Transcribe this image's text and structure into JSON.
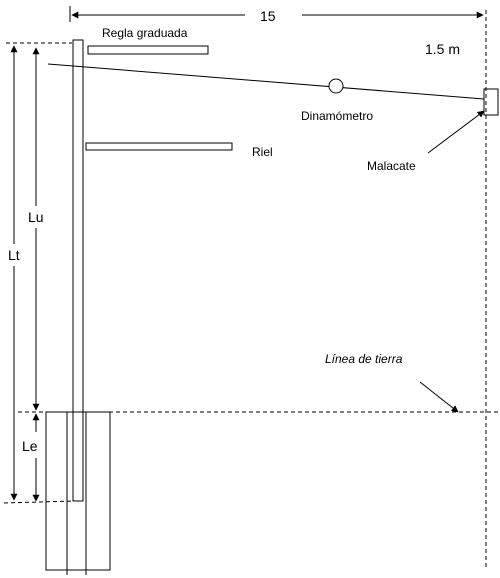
{
  "labels": {
    "top_dimension": "15",
    "height_above": "1.5 m",
    "regla": "Regla graduada",
    "dinamometro": "Dinamómetro",
    "riel": "Riel",
    "malacate": "Malacate",
    "lu": "Lu",
    "lt": "Lt",
    "le": "Le",
    "linea_tierra": "Línea de tierra"
  },
  "colors": {
    "stroke": "#000000",
    "background": "#ffffff"
  }
}
